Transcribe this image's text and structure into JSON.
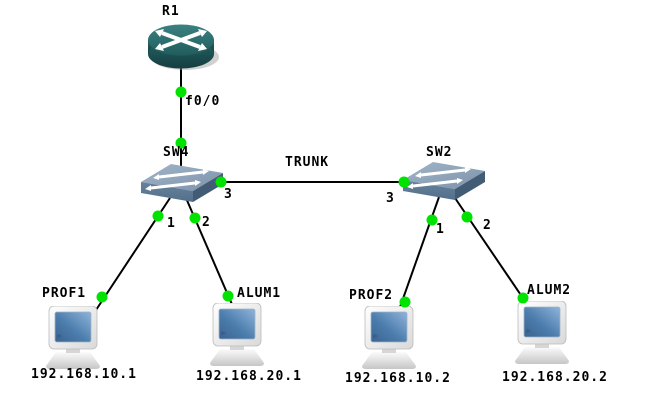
{
  "app": {
    "view": "network-topology-canvas",
    "background": "#ffffff"
  },
  "colors": {
    "link_line": "#000000",
    "status_dot": "#00e300",
    "router_body": "#2a6e6e",
    "switch_top": "#8ea4bb",
    "switch_front": "#5e7a93",
    "pc_screen": "#4c7dad",
    "label_text": "#000000"
  },
  "icons": {
    "router": "router-icon (teal cylinder with crossed white arrows)",
    "switch": "ethernet-switch-icon (isometric box with double arrows)",
    "pc": "desktop-pc-icon (monitor with blue screen on stand)",
    "link_status": "green-dot-icon (link up indicator)"
  },
  "nodes": {
    "r1": {
      "type": "router",
      "label": "R1"
    },
    "sw4": {
      "type": "ethernet-switch",
      "label": "SW4"
    },
    "sw2": {
      "type": "ethernet-switch",
      "label": "SW2"
    },
    "prof1": {
      "type": "pc",
      "label": "PROF1",
      "ip_note": "192.168.10.1"
    },
    "alum1": {
      "type": "pc",
      "label": "ALUM1",
      "ip_note": "192.168.20.1"
    },
    "prof2": {
      "type": "pc",
      "label": "PROF2",
      "ip_note": "192.168.10.2"
    },
    "alum2": {
      "type": "pc",
      "label": "ALUM2",
      "ip_note": "192.168.20.2"
    }
  },
  "links": {
    "r1_sw4": {
      "from": "R1",
      "to": "SW4",
      "router_interface": "f0/0"
    },
    "sw4_sw2": {
      "from": "SW4",
      "to": "SW2",
      "label": "TRUNK",
      "port_sw4": "3",
      "port_sw2": "3"
    },
    "sw4_prof1": {
      "from": "SW4",
      "to": "PROF1",
      "port": "1"
    },
    "sw4_alum1": {
      "from": "SW4",
      "to": "ALUM1",
      "port": "2"
    },
    "sw2_prof2": {
      "from": "SW2",
      "to": "PROF2",
      "port": "1"
    },
    "sw2_alum2": {
      "from": "SW2",
      "to": "ALUM2",
      "port": "2"
    }
  }
}
